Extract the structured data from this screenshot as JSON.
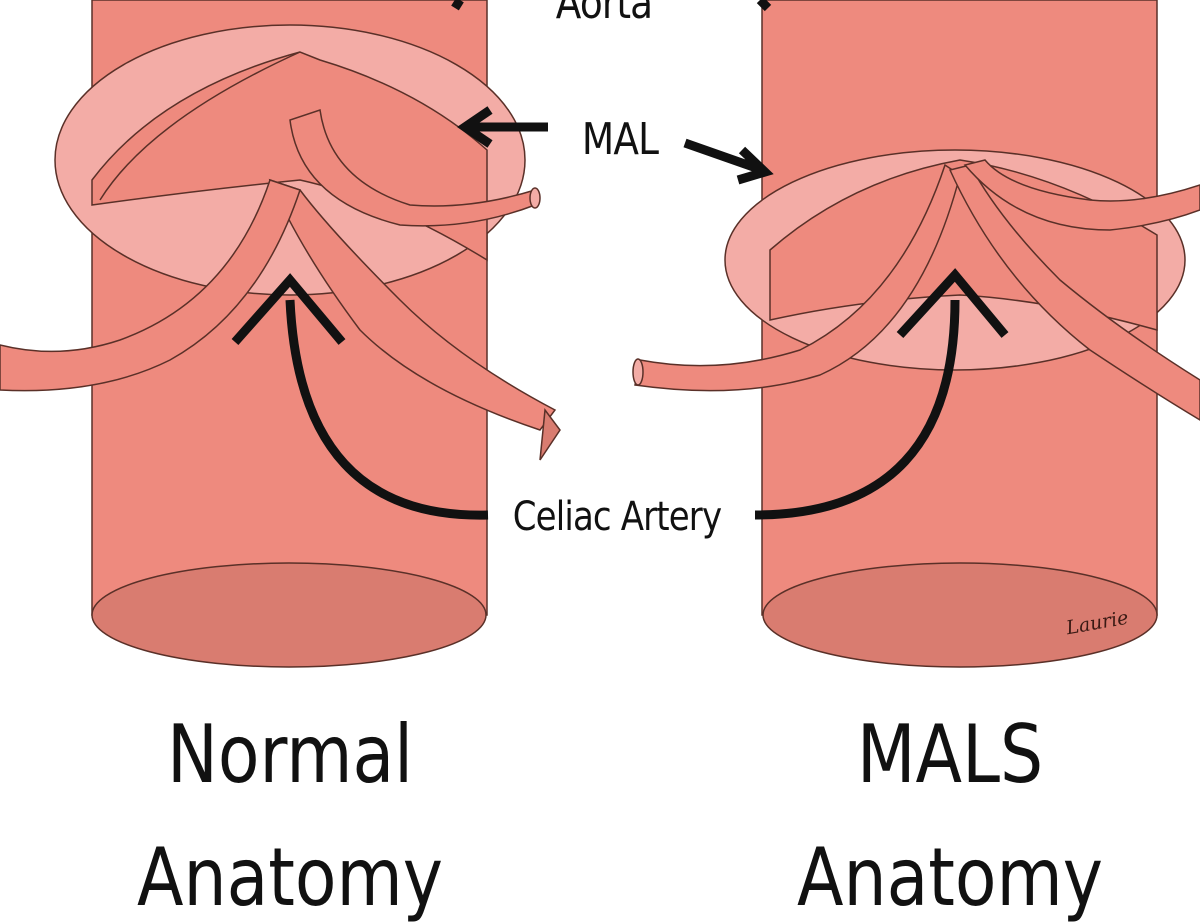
{
  "labels": {
    "aorta": "Aorta",
    "mal": "MAL",
    "celiac": "Celiac Artery",
    "normal": [
      "Normal",
      "Anatomy"
    ],
    "mals": [
      "MALS",
      "Anatomy"
    ],
    "signature": "Laurie"
  },
  "colors": {
    "aorta": "#ee8a7e",
    "ligament": "#f3aca6",
    "aorta_base": "#d97c70",
    "outline": "#5a3028",
    "text": "#111111"
  }
}
